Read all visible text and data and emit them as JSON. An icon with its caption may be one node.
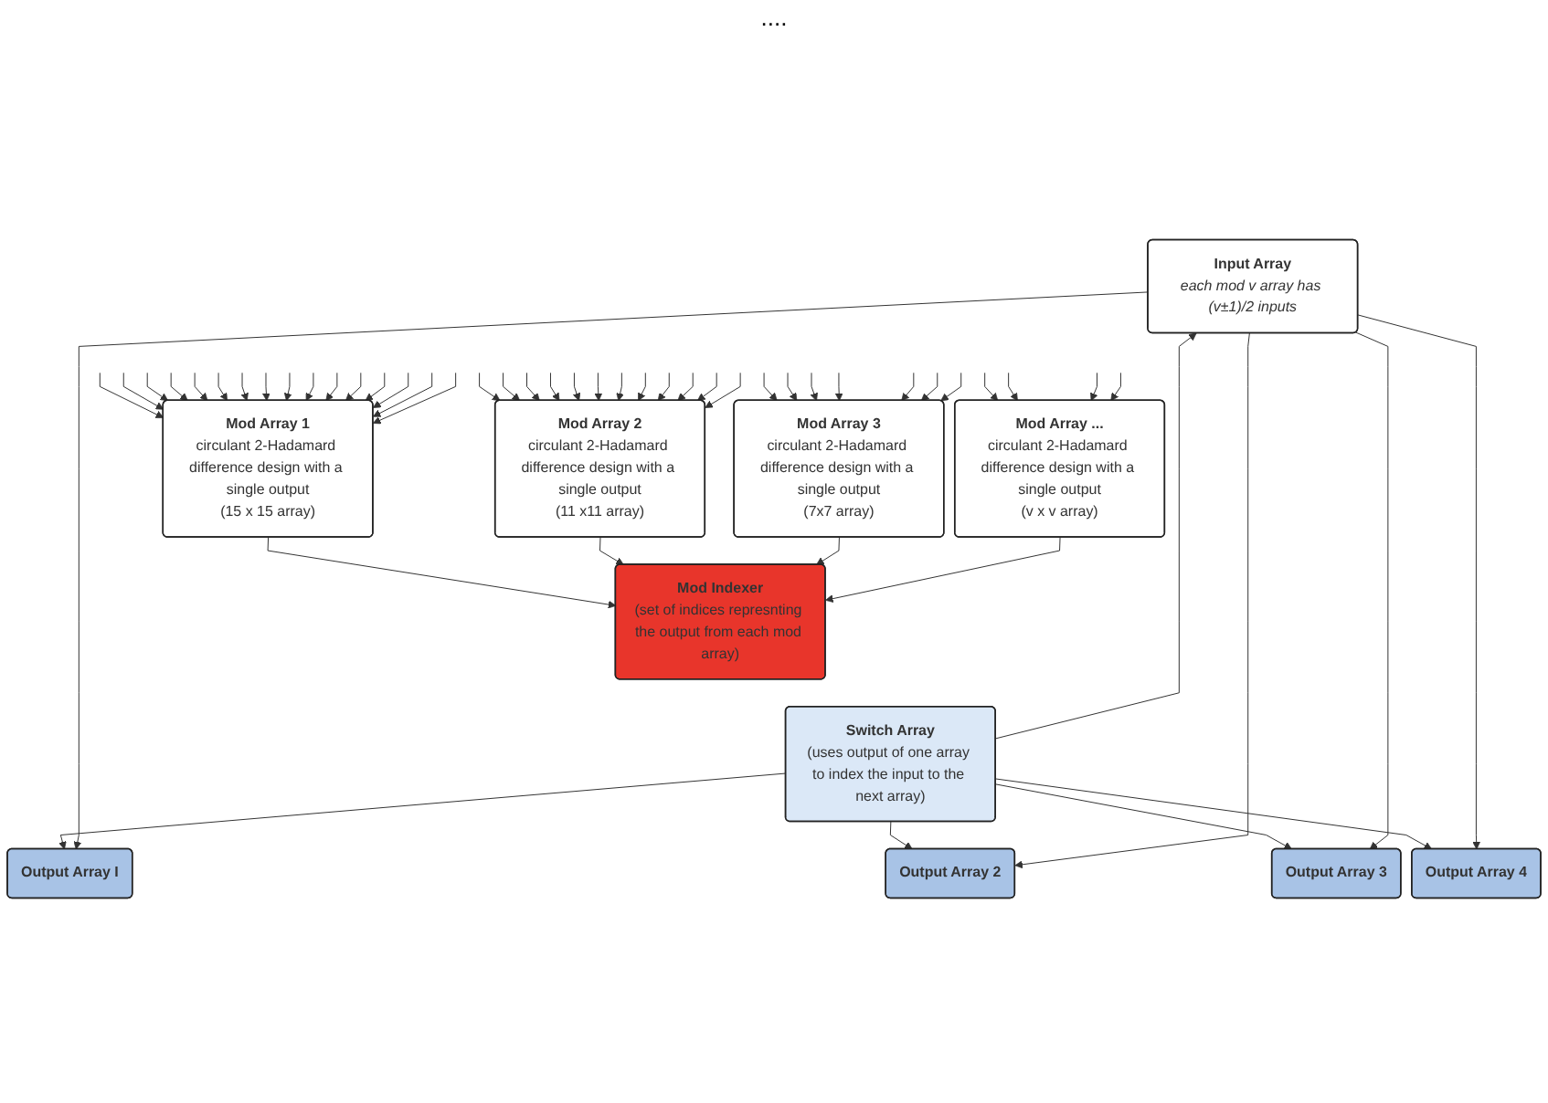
{
  "diagram": {
    "nodes": [
      {
        "text": [
          "Input Array",
          "each mod v array has (v±1)/2 inputs"
        ]
      },
      {
        "text": [
          "Mod Array 1",
          "circulant 2-Hadamard difference design with a single output",
          "(15 x 15 array)"
        ]
      },
      {
        "text": [
          "Mod Array 2",
          "circulant 2-Hadamard difference design with a single output",
          "(11 x11 array)"
        ]
      },
      {
        "text": [
          "Mod Array 3",
          "circulant 2-Hadamard difference design with a single output",
          "(7x7 array)"
        ]
      },
      {
        "text": [
          "Mod Array ...",
          "circulant 2-Hadamard difference design with a single output",
          "(v x v array)"
        ]
      },
      {
        "text": [
          "Mod Indexer",
          "(set of indices represnting the output from each mod array)"
        ]
      },
      {
        "text": [
          "Switch Array",
          "(uses output of one array to index the input to the next array)"
        ]
      },
      {
        "text": [
          "Output Array I"
        ]
      },
      {
        "text": [
          "Output Array 2"
        ]
      },
      {
        "text": [
          "Output Array 3"
        ]
      },
      {
        "text": [
          "Output Array 4"
        ]
      }
    ],
    "edges": [
      {
        "from": null,
        "to": 1,
        "arrow": "to"
      },
      {
        "from": null,
        "to": 1,
        "arrow": "to"
      },
      {
        "from": null,
        "to": 1,
        "arrow": "to"
      },
      {
        "from": null,
        "to": 1,
        "arrow": "to"
      },
      {
        "from": null,
        "to": 1,
        "arrow": "to"
      },
      {
        "from": null,
        "to": 1,
        "arrow": "to"
      },
      {
        "from": null,
        "to": 1,
        "arrow": "to"
      },
      {
        "from": null,
        "to": 1,
        "arrow": "to"
      },
      {
        "from": null,
        "to": 1,
        "arrow": "to"
      },
      {
        "from": null,
        "to": 1,
        "arrow": "to"
      },
      {
        "from": null,
        "to": 1,
        "arrow": "to"
      },
      {
        "from": null,
        "to": 1,
        "arrow": "to"
      },
      {
        "from": null,
        "to": 1,
        "arrow": "to"
      },
      {
        "from": null,
        "to": 1,
        "arrow": "to"
      },
      {
        "from": null,
        "to": 1,
        "arrow": "to"
      },
      {
        "from": null,
        "to": 1,
        "arrow": "to"
      },
      {
        "from": null,
        "to": 2,
        "arrow": "to"
      },
      {
        "from": null,
        "to": 2,
        "arrow": "to"
      },
      {
        "from": null,
        "to": 2,
        "arrow": "to"
      },
      {
        "from": null,
        "to": 2,
        "arrow": "to"
      },
      {
        "from": null,
        "to": 2,
        "arrow": "to"
      },
      {
        "from": null,
        "to": 2,
        "arrow": "to"
      },
      {
        "from": null,
        "to": 2,
        "arrow": "to"
      },
      {
        "from": null,
        "to": 2,
        "arrow": "to"
      },
      {
        "from": null,
        "to": 2,
        "arrow": "to"
      },
      {
        "from": null,
        "to": 2,
        "arrow": "to"
      },
      {
        "from": null,
        "to": 2,
        "arrow": "to"
      },
      {
        "from": null,
        "to": 2,
        "arrow": "to"
      },
      {
        "from": null,
        "to": 3,
        "arrow": "to"
      },
      {
        "from": null,
        "to": 3,
        "arrow": "to"
      },
      {
        "from": null,
        "to": 3,
        "arrow": "to"
      },
      {
        "from": null,
        "to": 3,
        "arrow": "to"
      },
      {
        "from": null,
        "to": 3,
        "arrow": "to"
      },
      {
        "from": null,
        "to": 3,
        "arrow": "to"
      },
      {
        "from": null,
        "to": 3,
        "arrow": "to"
      },
      {
        "from": null,
        "to": 4,
        "arrow": "to"
      },
      {
        "from": null,
        "to": 4,
        "arrow": "to"
      },
      {
        "from": null,
        "to": 4,
        "arrow": "to"
      },
      {
        "from": null,
        "to": 4,
        "arrow": "to"
      },
      {
        "from": 1,
        "to": 5,
        "arrow": "to"
      },
      {
        "from": 2,
        "to": 5,
        "arrow": "to"
      },
      {
        "from": 3,
        "to": 5,
        "arrow": "to"
      },
      {
        "from": 4,
        "to": 5,
        "arrow": "to"
      },
      {
        "from": 6,
        "to": 0,
        "arrow": "to"
      },
      {
        "from": 6,
        "to": 7,
        "arrow": "to"
      },
      {
        "from": 6,
        "to": 8,
        "arrow": "to"
      },
      {
        "from": 6,
        "to": 9,
        "arrow": "to"
      },
      {
        "from": 6,
        "to": 10,
        "arrow": "to"
      },
      {
        "from": 0,
        "to": 7,
        "arrow": "to"
      },
      {
        "from": 0,
        "to": 8,
        "arrow": "to"
      },
      {
        "from": 0,
        "to": 9,
        "arrow": "to"
      },
      {
        "from": 0,
        "to": 10,
        "arrow": "to"
      }
    ],
    "labels": [
      "...."
    ]
  }
}
